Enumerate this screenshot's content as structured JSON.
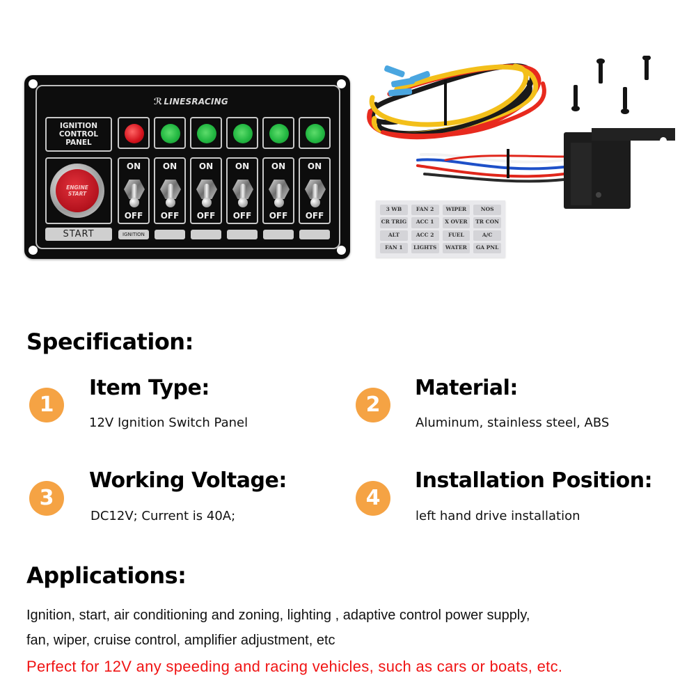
{
  "product_photo": {
    "panel": {
      "brand": "LINESRACING",
      "title": [
        "IGNITION",
        "CONTROL",
        "PANEL"
      ],
      "start_button_text": [
        "ENGINE",
        "START"
      ],
      "start_label": "START",
      "switches": [
        {
          "on": "ON",
          "off": "OFF",
          "label": "IGNITION",
          "led_color": "#d3121c"
        },
        {
          "on": "ON",
          "off": "OFF",
          "label": "",
          "led_color": "#23b842"
        },
        {
          "on": "ON",
          "off": "OFF",
          "label": "",
          "led_color": "#23b842"
        },
        {
          "on": "ON",
          "off": "OFF",
          "label": "",
          "led_color": "#23b842"
        },
        {
          "on": "ON",
          "off": "OFF",
          "label": "",
          "led_color": "#23b842"
        },
        {
          "on": "ON",
          "off": "OFF",
          "label": "",
          "led_color": "#23b842"
        }
      ]
    },
    "sticker_labels": [
      "3 WB",
      "FAN 2",
      "WIPER",
      "NOS",
      "CR TRIG",
      "ACC 1",
      "X OVER",
      "TR CON",
      "ALT",
      "ACC 2",
      "FUEL",
      "A/C",
      "FAN 1",
      "LIGHTS",
      "WATER",
      "GA PNL"
    ],
    "accessories": [
      "wire-harness",
      "relay",
      "screws"
    ]
  },
  "specification": {
    "heading": "Specification:",
    "accent_color": "#f5a344",
    "items": [
      {
        "number": "1",
        "title": "Item Type:",
        "value": "12V Ignition Switch Panel"
      },
      {
        "number": "2",
        "title": "Material:",
        "value": "Aluminum, stainless steel, ABS"
      },
      {
        "number": "3",
        "title": "Working Voltage:",
        "value": "DC12V; Current is 40A;"
      },
      {
        "number": "4",
        "title": "Installation Position:",
        "value": "left hand drive installation"
      }
    ]
  },
  "applications": {
    "heading": "Applications:",
    "lines": [
      "Ignition, start, air conditioning and zoning, lighting , adaptive control power supply,",
      "fan, wiper, cruise control, amplifier adjustment, etc"
    ],
    "note": "Perfect for 12V any speeding and racing vehicles, such as cars or boats, etc.",
    "note_color": "#f01414"
  }
}
